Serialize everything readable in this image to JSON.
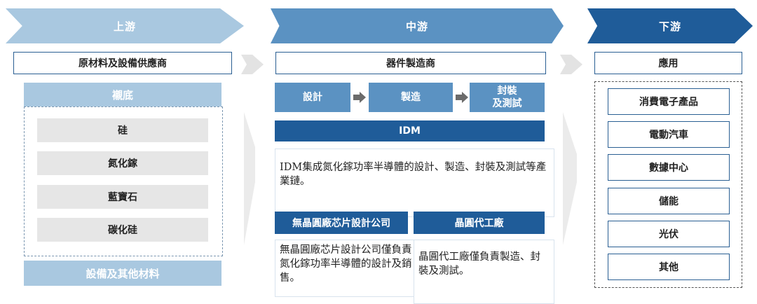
{
  "upstream": {
    "title": "上游",
    "header": "原材料及設備供應商",
    "substrate_title": "襯底",
    "substrates": [
      "硅",
      "氮化鎵",
      "藍寶石",
      "碳化硅"
    ],
    "bottom": "設備及其他材料"
  },
  "midstream": {
    "title": "中游",
    "header": "器件製造商",
    "steps": [
      "設計",
      "製造",
      "封裝\n及測試"
    ],
    "idm_title": "IDM",
    "idm_text": "IDM集成氮化鎵功率半導體的設計、製造、封裝及測試等產業鏈。",
    "fabless_title": "無晶圓廠芯片設計公司",
    "fabless_text": "無晶圓廠芯片設計公司僅負責氮化鎵功率半導體的設計及銷售。",
    "foundry_title": "晶圓代工廠",
    "foundry_text": "晶圓代工廠僅負責製造、封裝及測試。"
  },
  "downstream": {
    "title": "下游",
    "header": "應用",
    "apps": [
      "消費電子產品",
      "電動汽車",
      "數據中心",
      "儲能",
      "光伏",
      "其他"
    ]
  },
  "colors": {
    "light_blue": "#a9c8e0",
    "mid_blue": "#5b92c2",
    "dark_blue": "#1f5c99",
    "gray_box": "#e6e6e6",
    "arrow_gray": "#e3e3e3"
  }
}
